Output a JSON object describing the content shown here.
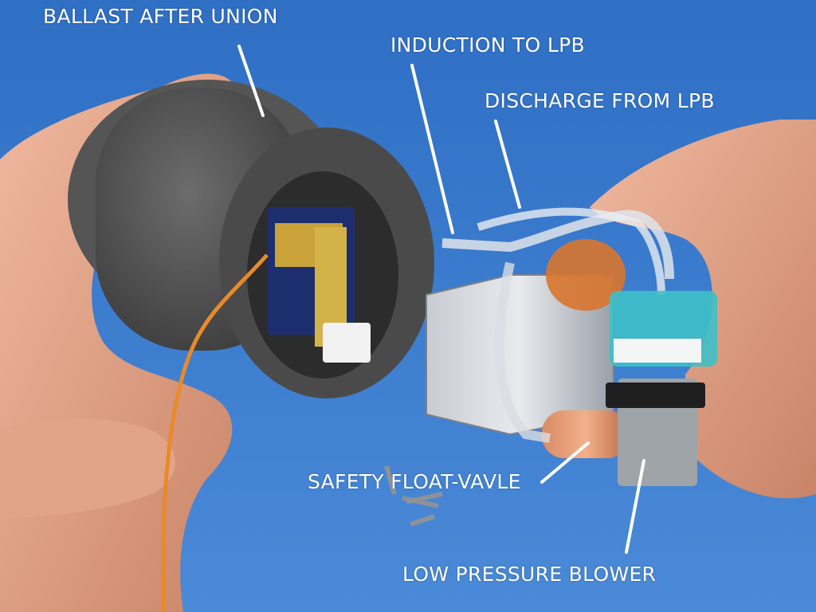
{
  "photo": {
    "background_color": "#3f7fd0",
    "labels": {
      "ballast": "BALLAST AFTER UNION",
      "induction": "INDUCTION TO LPB",
      "discharge": "DISCHARGE FROM LPB",
      "safety_valve": "SAFETY FLOAT-VAVLE",
      "blower": "LOW PRESSURE BLOWER"
    }
  }
}
